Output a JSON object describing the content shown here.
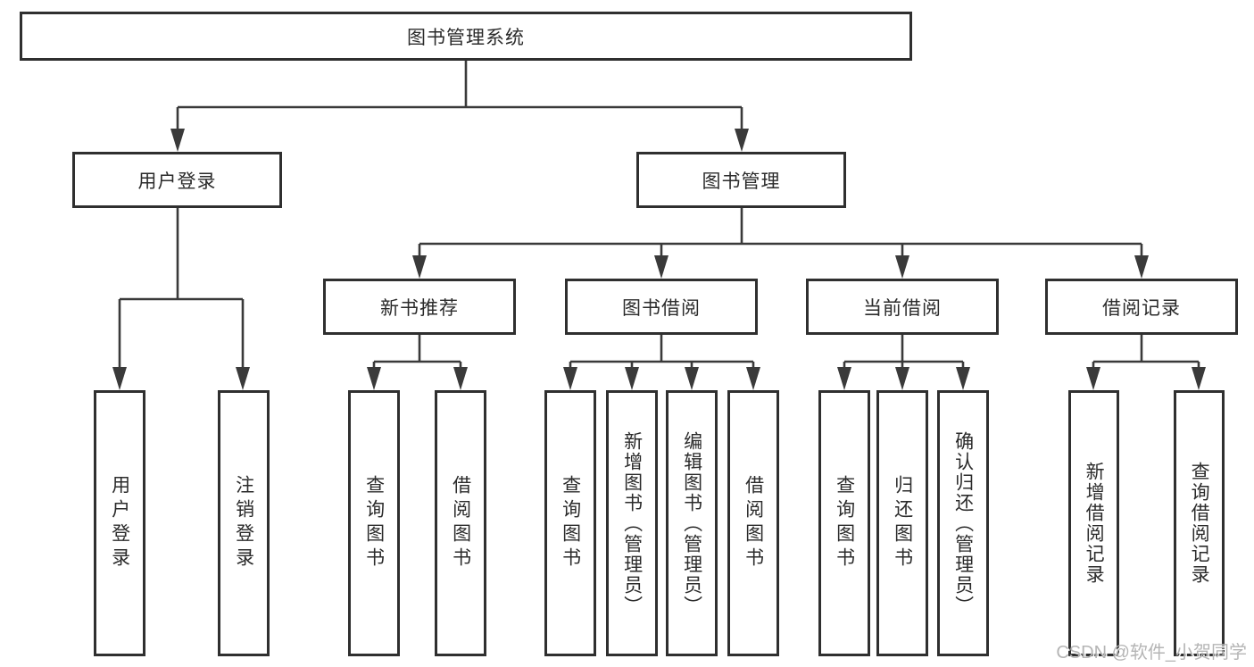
{
  "diagram": {
    "root_label": "图书管理系统",
    "level2": {
      "login": "用户登录",
      "management": "图书管理"
    },
    "level3": {
      "recommend": "新书推荐",
      "borrow": "图书借阅",
      "current": "当前借阅",
      "records": "借阅记录"
    },
    "leaves": {
      "login": [
        "用户登录",
        "注销登录"
      ],
      "recommend": [
        "查询图书",
        "借阅图书"
      ],
      "borrow": [
        "查询图书",
        "新增图书（管理员）",
        "编辑图书（管理员）",
        "借阅图书"
      ],
      "current": [
        "查询图书",
        "归还图书",
        "确认归还（管理员）"
      ],
      "records": [
        "新增借阅记录",
        "查询借阅记录"
      ]
    }
  },
  "watermark": {
    "text": "CSDN @软件_小贺同学",
    "color": "#b5b5b5"
  },
  "colors": {
    "line": "#3a3a3a",
    "box_border": "#2f2f2f",
    "text": "#2b2b2b",
    "background": "#ffffff"
  }
}
